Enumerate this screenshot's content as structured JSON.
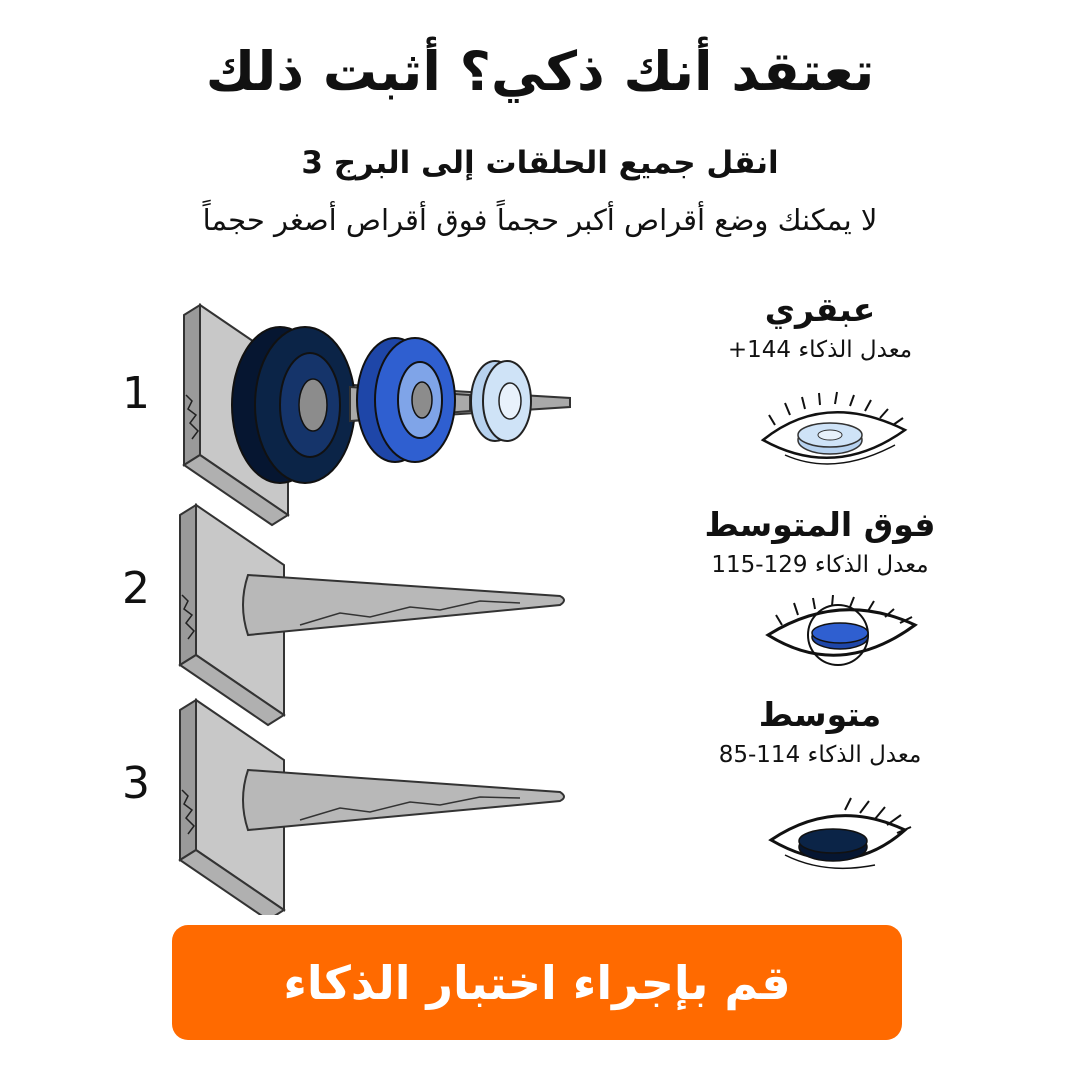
{
  "title": "تعتقد أنك ذكي؟ أثبت ذلك",
  "subtitle": "انقل جميع الحلقات إلى البرج 3",
  "rule": "لا يمكنك وضع أقراص أكبر حجماً فوق أقراص أصغر حجماً",
  "pegs": [
    "1",
    "2",
    "3"
  ],
  "levels": [
    {
      "name": "عبقري",
      "iq": "معدل الذكاء 144+",
      "disc_color": "#cfe3f7"
    },
    {
      "name": "فوق المتوسط",
      "iq": "معدل الذكاء 129-115",
      "disc_color": "#2f5fd0"
    },
    {
      "name": "متوسط",
      "iq": "معدل الذكاء 114-85",
      "disc_color": "#0b2447"
    }
  ],
  "disc_colors": {
    "large": "#0b2447",
    "medium": "#2f5fd0",
    "small": "#cfe3f7"
  },
  "cta": {
    "label": "قم بإجراء اختبار الذكاء",
    "color": "#ff6a00"
  }
}
